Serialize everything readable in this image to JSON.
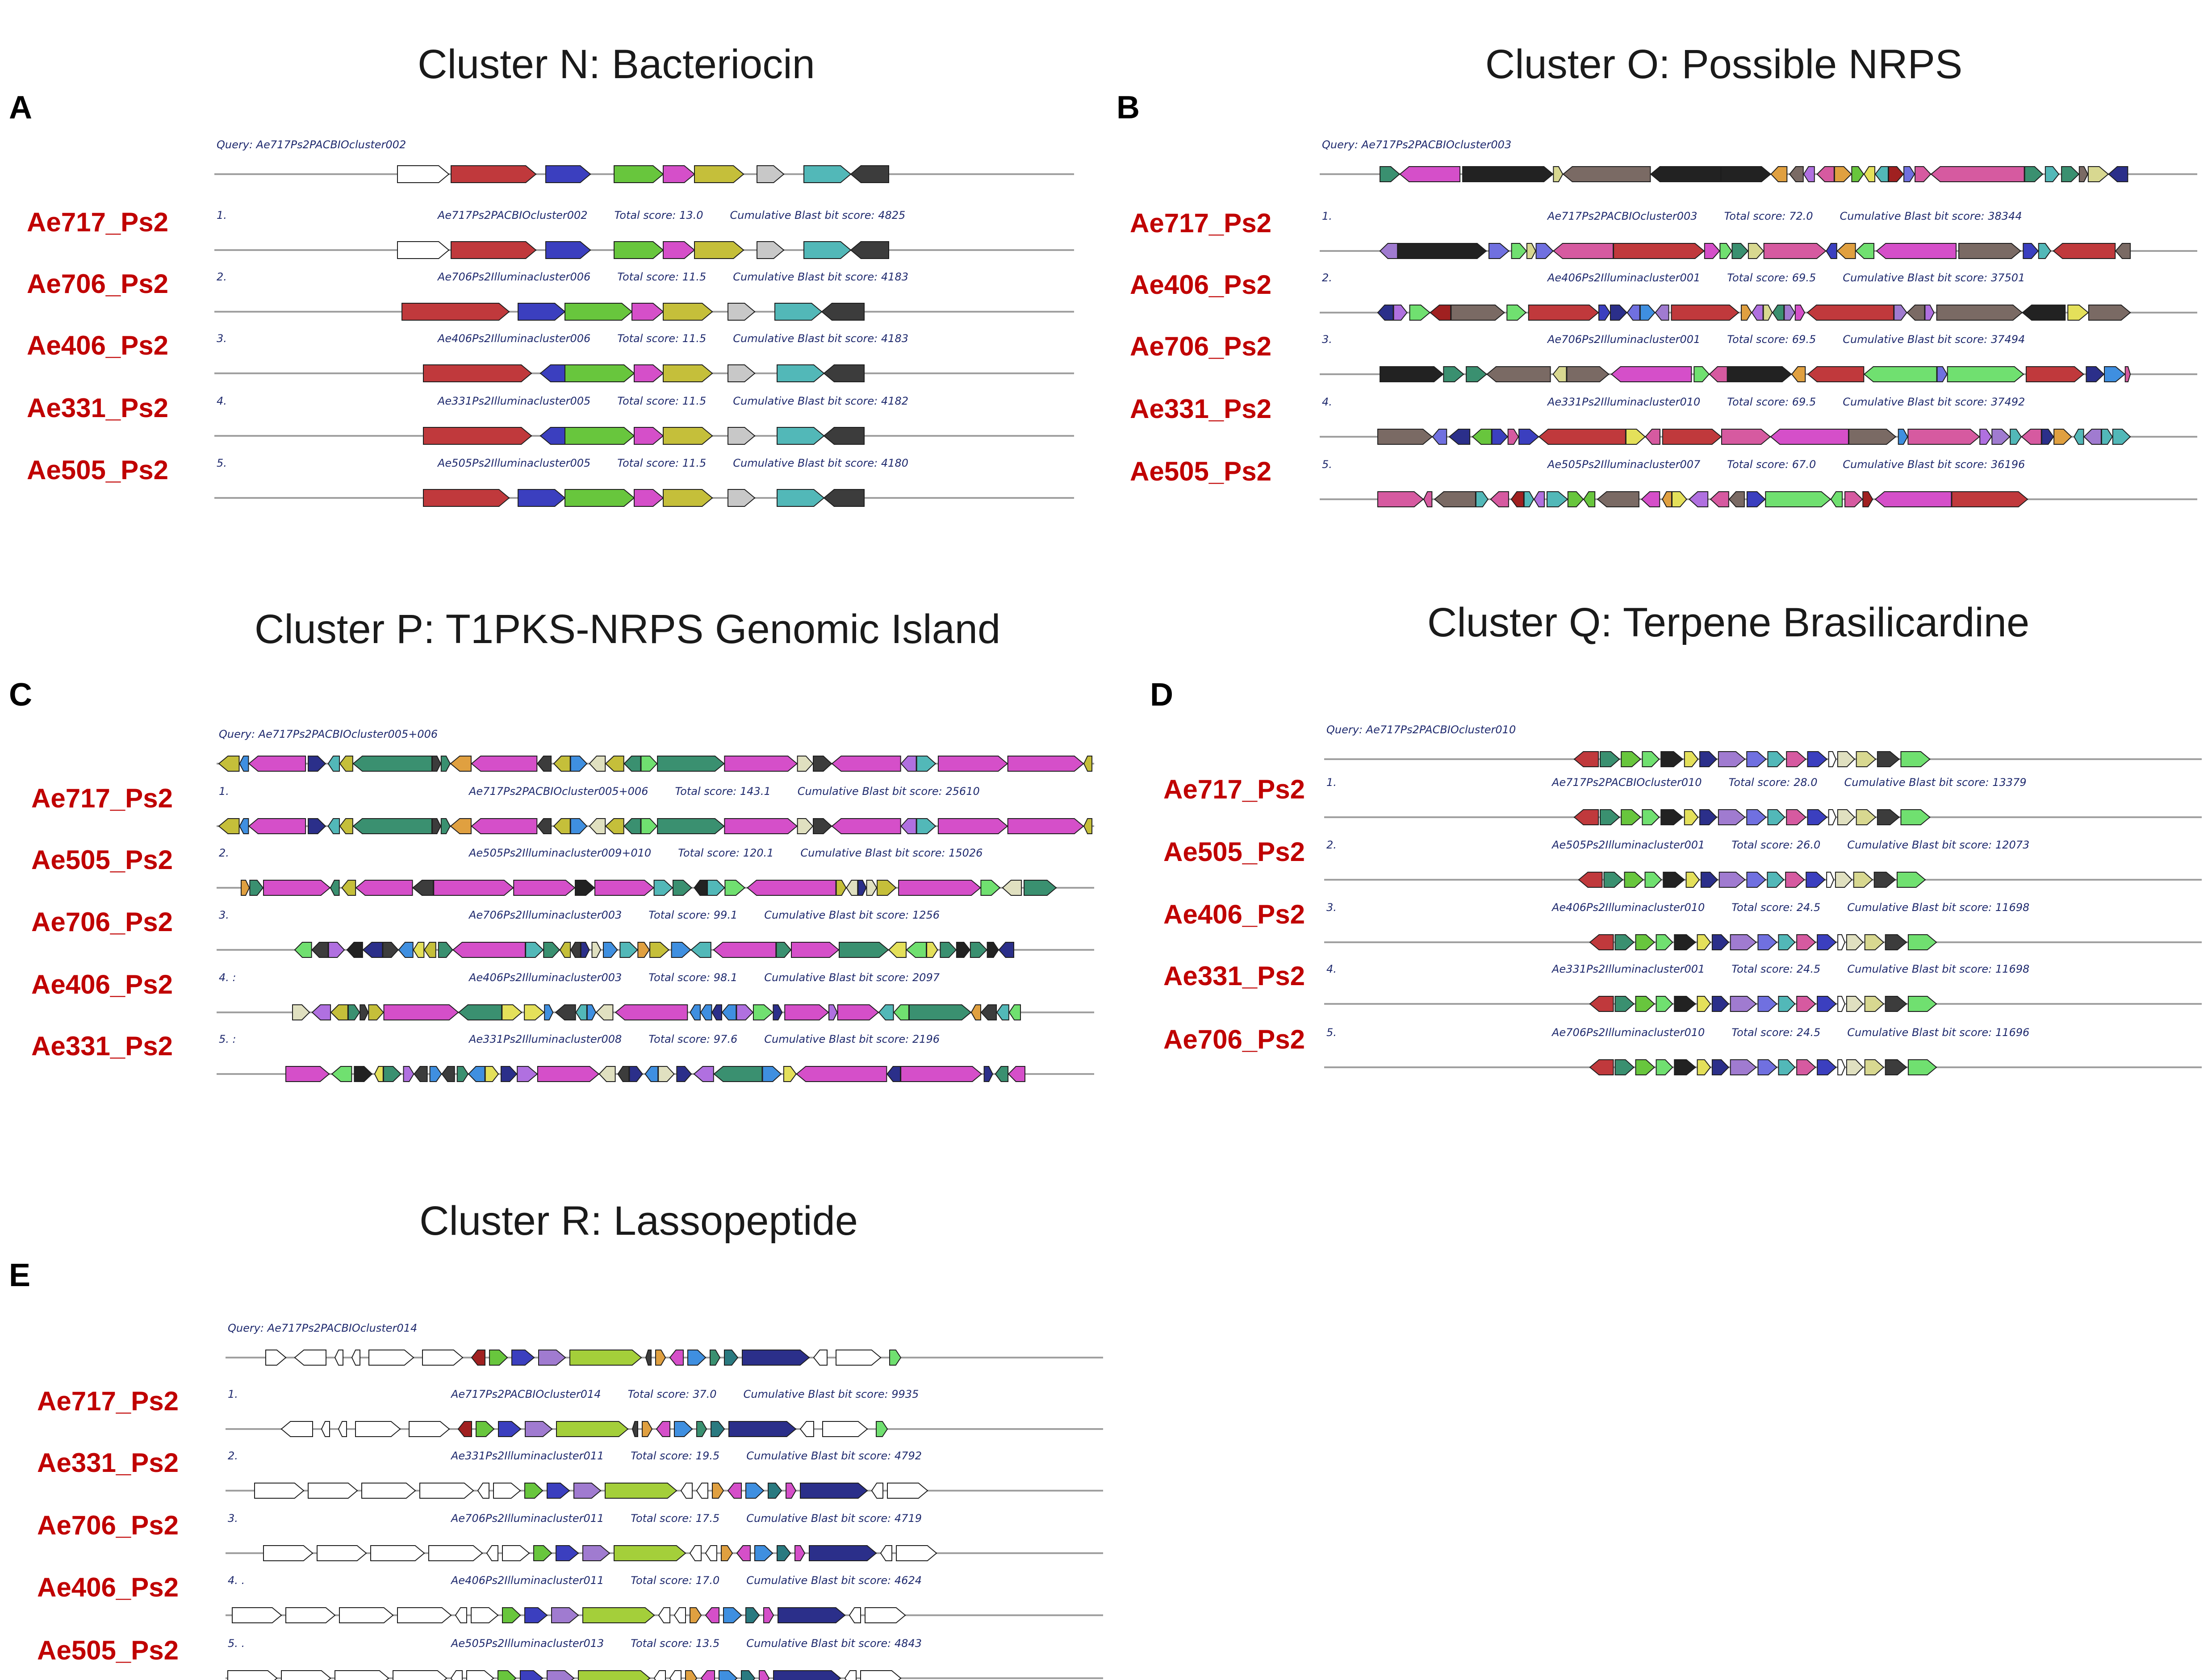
{
  "panels": [
    {
      "letter": "A",
      "title": "Cluster N: Bacteriocin",
      "query": "Query: Ae717Ps2PACBIOcluster002",
      "hits": [
        {
          "num": "1.",
          "strain": "Ae717_Ps2",
          "cluster": "Ae717Ps2PACBIOcluster002",
          "score": "Total score: 13.0",
          "bit": "Cumulative Blast bit score: 4825"
        },
        {
          "num": "2.",
          "strain": "Ae706_Ps2",
          "cluster": "Ae706Ps2Illuminacluster006",
          "score": "Total score: 11.5",
          "bit": "Cumulative Blast bit score: 4183"
        },
        {
          "num": "3.",
          "strain": "Ae406_Ps2",
          "cluster": "Ae406Ps2Illuminacluster006",
          "score": "Total score: 11.5",
          "bit": "Cumulative Blast bit score: 4183"
        },
        {
          "num": "4.",
          "strain": "Ae331_Ps2",
          "cluster": "Ae331Ps2Illuminacluster005",
          "score": "Total score: 11.5",
          "bit": "Cumulative Blast bit score: 4182"
        },
        {
          "num": "5.",
          "strain": "Ae505_Ps2",
          "cluster": "Ae505Ps2Illuminacluster005",
          "score": "Total score: 11.5",
          "bit": "Cumulative Blast bit score: 4180"
        }
      ]
    },
    {
      "letter": "B",
      "title": "Cluster O: Possible NRPS",
      "query": "Query: Ae717Ps2PACBIOcluster003",
      "hits": [
        {
          "num": "1.",
          "strain": "Ae717_Ps2",
          "cluster": "Ae717Ps2PACBIOcluster003",
          "score": "Total score: 72.0",
          "bit": "Cumulative Blast bit score: 38344"
        },
        {
          "num": "2.",
          "strain": "Ae406_Ps2",
          "cluster": "Ae406Ps2Illuminacluster001",
          "score": "Total score: 69.5",
          "bit": "Cumulative Blast bit score: 37501"
        },
        {
          "num": "3.",
          "strain": "Ae706_Ps2",
          "cluster": "Ae706Ps2Illuminacluster001",
          "score": "Total score: 69.5",
          "bit": "Cumulative Blast bit score: 37494"
        },
        {
          "num": "4.",
          "strain": "Ae331_Ps2",
          "cluster": "Ae331Ps2Illuminacluster010",
          "score": "Total score: 69.5",
          "bit": "Cumulative Blast bit score: 37492"
        },
        {
          "num": "5.",
          "strain": "Ae505_Ps2",
          "cluster": "Ae505Ps2Illuminacluster007",
          "score": "Total score: 67.0",
          "bit": "Cumulative Blast bit score: 36196"
        }
      ]
    },
    {
      "letter": "C",
      "title": "Cluster P: T1PKS-NRPS Genomic Island",
      "query": "Query: Ae717Ps2PACBIOcluster005+006",
      "hits": [
        {
          "num": "1.",
          "strain": "Ae717_Ps2",
          "cluster": "Ae717Ps2PACBIOcluster005+006",
          "score": "Total score: 143.1",
          "bit": "Cumulative Blast bit score: 25610"
        },
        {
          "num": "2.",
          "strain": "Ae505_Ps2",
          "cluster": "Ae505Ps2Illuminacluster009+010",
          "score": "Total score: 120.1",
          "bit": "Cumulative Blast bit score: 15026"
        },
        {
          "num": "3.",
          "strain": "Ae706_Ps2",
          "cluster": "Ae706Ps2Illuminacluster003",
          "score": "Total score: 99.1",
          "bit": "Cumulative Blast bit score: 1256"
        },
        {
          "num": "4. :",
          "strain": "Ae406_Ps2",
          "cluster": "Ae406Ps2Illuminacluster003",
          "score": "Total score: 98.1",
          "bit": "Cumulative Blast bit score: 2097"
        },
        {
          "num": "5. :",
          "strain": "Ae331_Ps2",
          "cluster": "Ae331Ps2Illuminacluster008",
          "score": "Total score: 97.6",
          "bit": "Cumulative Blast bit score: 2196"
        }
      ]
    },
    {
      "letter": "D",
      "title": "Cluster Q: Terpene Brasilicardine",
      "query": "Query: Ae717Ps2PACBIOcluster010",
      "hits": [
        {
          "num": "1.",
          "strain": "Ae717_Ps2",
          "cluster": "Ae717Ps2PACBIOcluster010",
          "score": "Total score: 28.0",
          "bit": "Cumulative Blast bit score: 13379"
        },
        {
          "num": "2.",
          "strain": "Ae505_Ps2",
          "cluster": "Ae505Ps2Illuminacluster001",
          "score": "Total score: 26.0",
          "bit": "Cumulative Blast bit score: 12073"
        },
        {
          "num": "3.",
          "strain": "Ae406_Ps2",
          "cluster": "Ae406Ps2Illuminacluster010",
          "score": "Total score: 24.5",
          "bit": "Cumulative Blast bit score: 11698"
        },
        {
          "num": "4.",
          "strain": "Ae331_Ps2",
          "cluster": "Ae331Ps2Illuminacluster001",
          "score": "Total score: 24.5",
          "bit": "Cumulative Blast bit score: 11698"
        },
        {
          "num": "5.",
          "strain": "Ae706_Ps2",
          "cluster": "Ae706Ps2Illuminacluster010",
          "score": "Total score: 24.5",
          "bit": "Cumulative Blast bit score: 11696"
        }
      ]
    },
    {
      "letter": "E",
      "title": "Cluster R: Lassopeptide",
      "query": "Query: Ae717Ps2PACBIOcluster014",
      "hits": [
        {
          "num": "1.",
          "strain": "Ae717_Ps2",
          "cluster": "Ae717Ps2PACBIOcluster014",
          "score": "Total score: 37.0",
          "bit": "Cumulative Blast bit score: 9935"
        },
        {
          "num": "2.",
          "strain": "Ae331_Ps2",
          "cluster": "Ae331Ps2Illuminacluster011",
          "score": "Total score: 19.5",
          "bit": "Cumulative Blast bit score: 4792"
        },
        {
          "num": "3.",
          "strain": "Ae706_Ps2",
          "cluster": "Ae706Ps2Illuminacluster011",
          "score": "Total score: 17.5",
          "bit": "Cumulative Blast bit score: 4719"
        },
        {
          "num": "4. .",
          "strain": "Ae406_Ps2",
          "cluster": "Ae406Ps2Illuminacluster011",
          "score": "Total score: 17.0",
          "bit": "Cumulative Blast bit score: 4624"
        },
        {
          "num": "5. .",
          "strain": "Ae505_Ps2",
          "cluster": "Ae505Ps2Illuminacluster013",
          "score": "Total score: 13.5",
          "bit": "Cumulative Blast bit score: 4843"
        }
      ]
    }
  ],
  "colors": {
    "red": "#c0393c",
    "blue": "#3b3fbf",
    "green": "#68c63d",
    "magenta": "#d54fc9",
    "olive": "#c5bf3a",
    "gray": "#c8c8c8",
    "teal": "#52b8b8",
    "dark": "#3c3c3c",
    "white": "#ffffff",
    "brown": "#7a6a64",
    "black": "#222222",
    "pink": "#d65aa0",
    "navy": "#2b2f8a",
    "lime": "#a4cf3a",
    "lavender": "#a07bd0",
    "seagreen": "#3a9070",
    "orange": "#e0a040",
    "sky": "#3f8fe0",
    "yellow": "#e4e05a",
    "lightgreen": "#70e070",
    "violet": "#b070e0",
    "darkteal": "#2a7a80",
    "darkred": "#a02020",
    "salmon": "#e07070",
    "cornflower": "#7070e0",
    "khaki": "#d8d890",
    "pale": "#e0e0c0"
  }
}
